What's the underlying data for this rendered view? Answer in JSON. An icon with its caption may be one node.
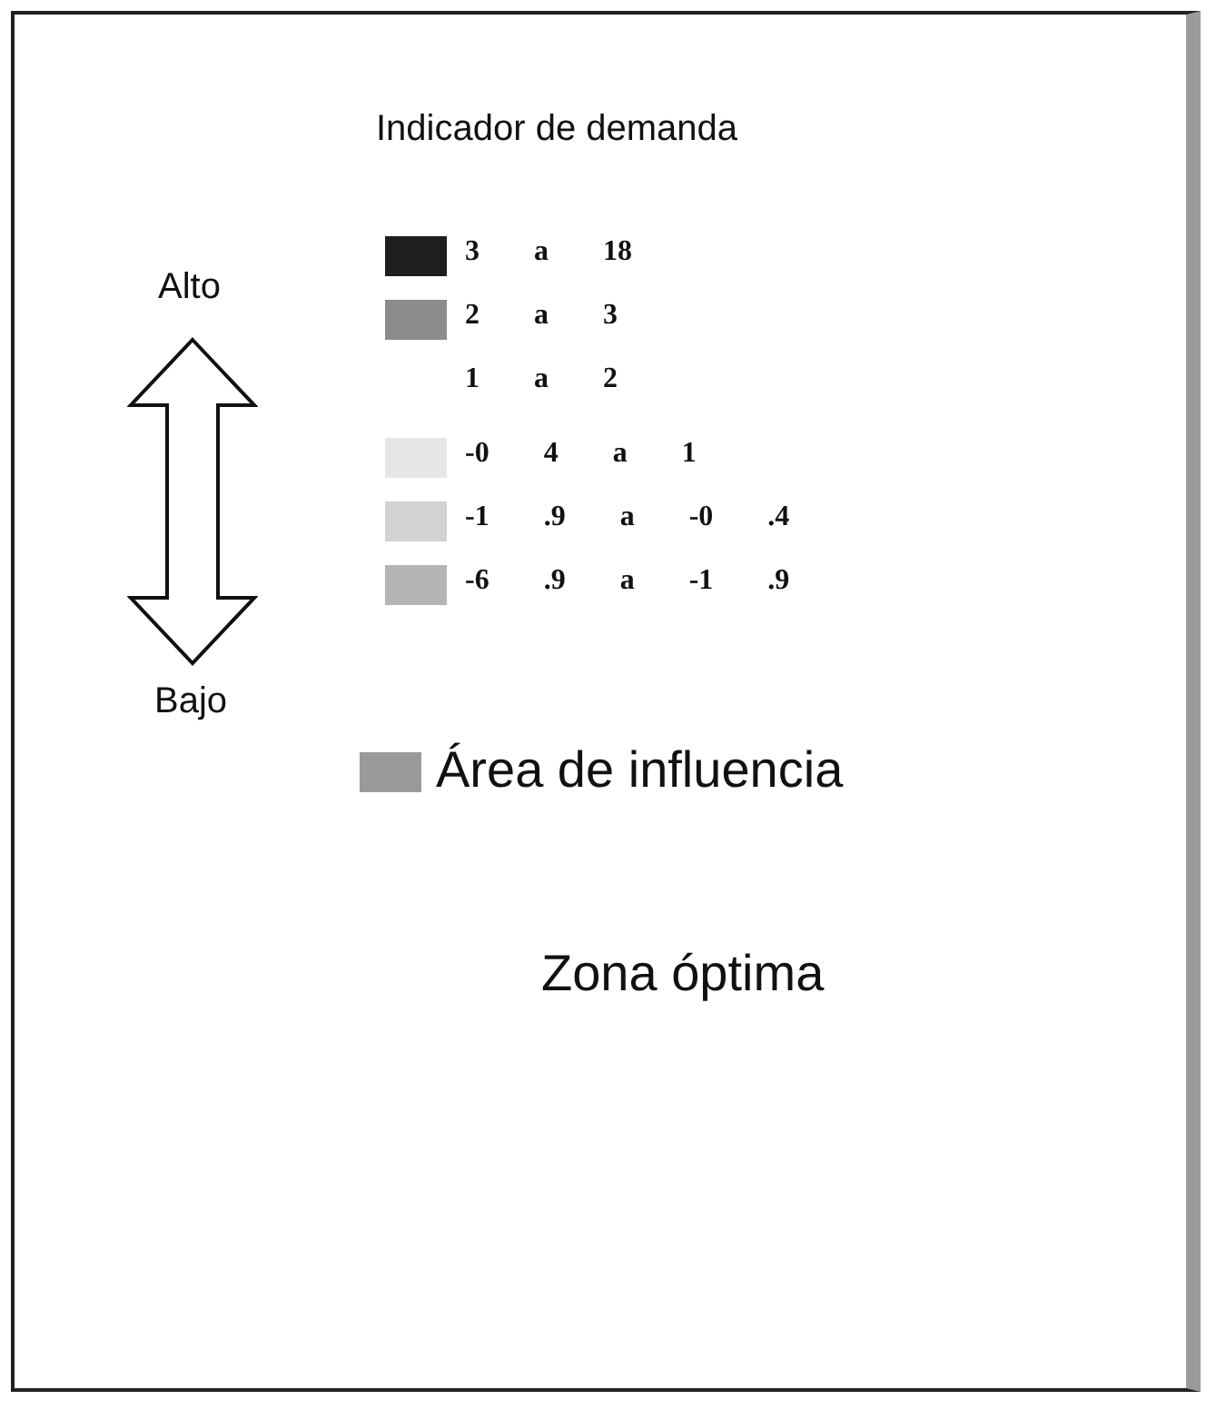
{
  "diagram": {
    "title": "Indicador de demanda",
    "labels": [
      "Alto",
      "Bajo",
      "Zona óptima"
    ],
    "legend": [
      {
        "text": "3 a 18",
        "color": "#1e1e1e"
      },
      {
        "text": "2 a 3",
        "color": "#8c8c8c"
      },
      {
        "text": "1 a 2"
      },
      {
        "text": "-0 4 a 1",
        "color": "#e6e6e6"
      },
      {
        "text": "-1 .9 a -0 .4",
        "color": "#d2d2d2"
      },
      {
        "text": "-6 .9 a -1 .9",
        "color": "#b4b4b4"
      },
      {
        "text": "Área de influencia",
        "color": "#9a9a9a"
      }
    ]
  }
}
